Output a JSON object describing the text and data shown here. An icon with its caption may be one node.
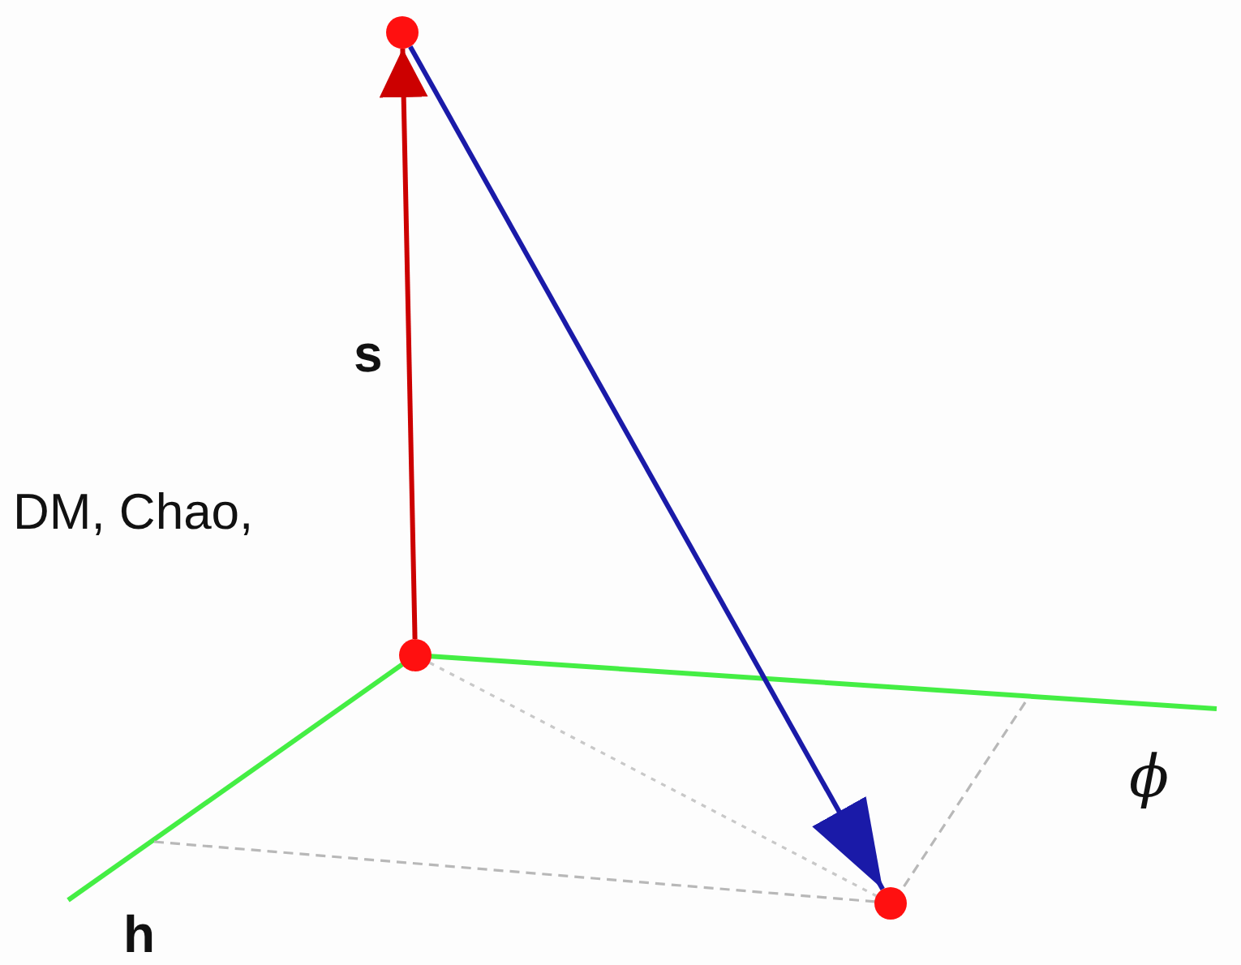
{
  "diagram": {
    "nodes": [
      {
        "text": [],
        "shape": "circle"
      },
      {
        "text": [],
        "shape": "circle"
      },
      {
        "text": [],
        "shape": "circle"
      }
    ],
    "edges": [
      {
        "from": 1,
        "to": 0,
        "arrow": "to",
        "color": "#cc0000"
      },
      {
        "from": 0,
        "to": 2,
        "arrow": "to",
        "color": "#1a1aa8"
      },
      {
        "from": 1,
        "to": 2,
        "arrow": "none",
        "style": "dashed",
        "color": "#c8c8c8"
      }
    ],
    "labels": [
      "s",
      "DM, Chao,",
      "h",
      "ϕ"
    ]
  }
}
